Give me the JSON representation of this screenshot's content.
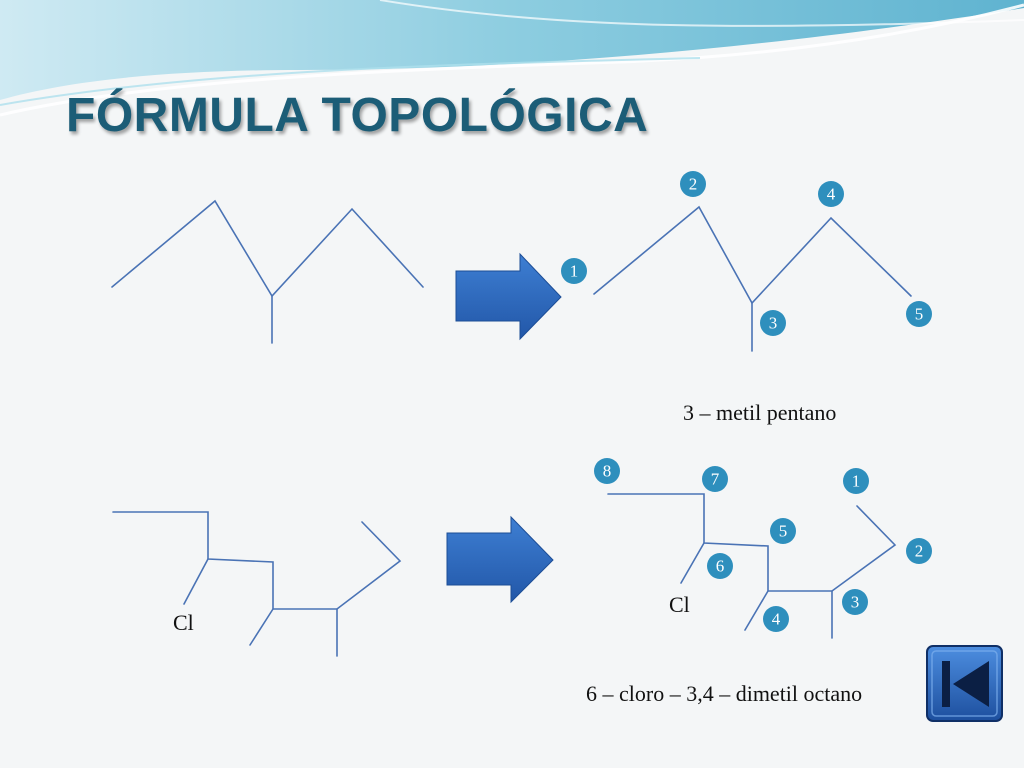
{
  "title": "FÓRMULA TOPOLÓGICA",
  "example1": {
    "numbers": [
      "1",
      "2",
      "3",
      "4",
      "5"
    ],
    "name": "3 – metil pentano"
  },
  "example2": {
    "numbers": [
      "1",
      "2",
      "3",
      "4",
      "5",
      "6",
      "7",
      "8"
    ],
    "substituent_left": "Cl",
    "substituent_right": "Cl",
    "name": "6 – cloro – 3,4 – dimetil octano"
  },
  "nav": {
    "icon": "first-slide-icon"
  },
  "colors": {
    "title": "#1c5d77",
    "bond": "#4a73b5",
    "badge": "#2e8fbd",
    "arrow": "#2d6cc0",
    "wave": "#7fc6da"
  }
}
